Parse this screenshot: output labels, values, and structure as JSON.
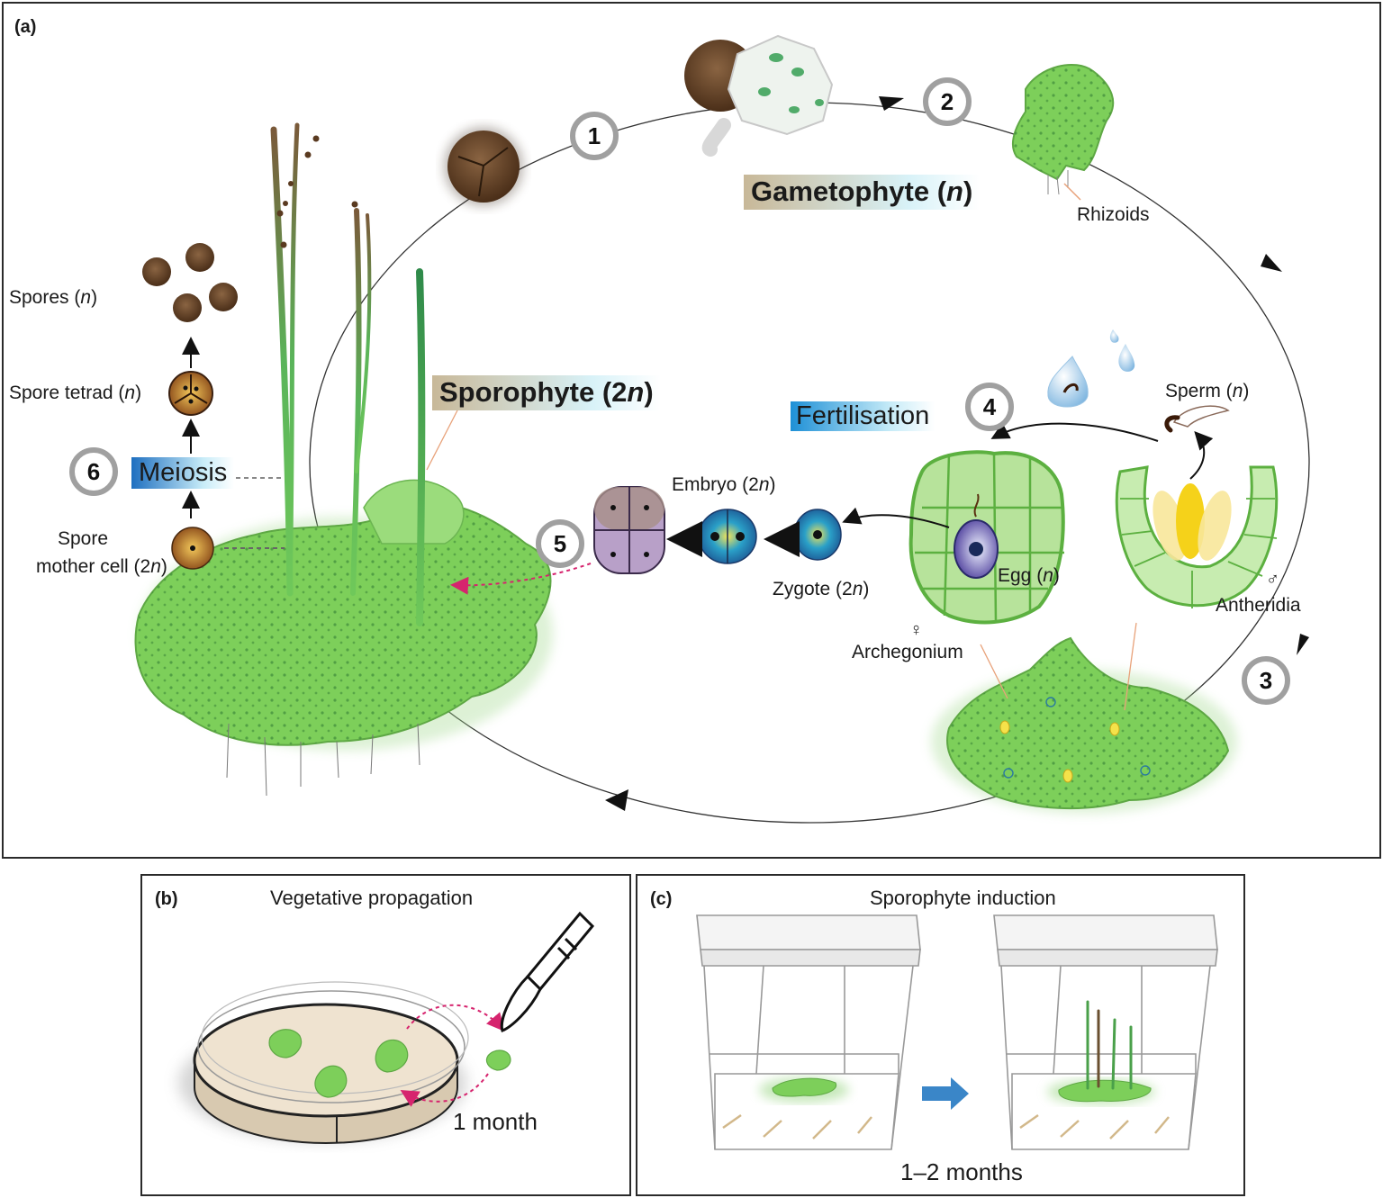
{
  "panel_a": {
    "label": "(a)",
    "gametophyte": {
      "pre": "Gametophyte (",
      "italic": "n",
      "post": ")"
    },
    "sporophyte": {
      "pre": "Sporophyte (2",
      "italic": "n",
      "post": ")"
    },
    "fertilisation": "Fertilisation",
    "meiosis": "Meiosis",
    "rhizoids": "Rhizoids",
    "spores": {
      "pre": "Spores (",
      "italic": "n",
      "post": ")"
    },
    "spore_tetrad": {
      "pre": "Spore tetrad (",
      "italic": "n",
      "post": ")"
    },
    "spore_mother_line1": "Spore",
    "spore_mother_line2": {
      "pre": "mother cell (2",
      "italic": "n",
      "post": ")"
    },
    "embryo": {
      "pre": "Embryo (2",
      "italic": "n",
      "post": ")"
    },
    "zygote": {
      "pre": "Zygote (2",
      "italic": "n",
      "post": ")"
    },
    "egg": {
      "pre": "Egg (",
      "italic": "n",
      "post": ")"
    },
    "sperm": {
      "pre": "Sperm (",
      "italic": "n",
      "post": ")"
    },
    "archegonium": "Archegonium",
    "antheridia": "Antheridia",
    "female_symbol": "♀",
    "male_symbol": "♂",
    "steps": [
      "1",
      "2",
      "3",
      "4",
      "5",
      "6"
    ]
  },
  "panel_b": {
    "label": "(b)",
    "title": "Vegetative propagation",
    "duration": "1 month"
  },
  "panel_c": {
    "label": "(c)",
    "title": "Sporophyte induction",
    "duration": "1–2 months"
  },
  "colors": {
    "thallus_green": "#7dcf5a",
    "cell_green": "#a8dc8a",
    "spore_brown": "#6b4a2e",
    "arrow_magenta": "#d6246e",
    "big_arrow_blue": "#3a86c8",
    "fertilisation_band": "#1e90d6",
    "step_ring": "#9a9a9a"
  }
}
